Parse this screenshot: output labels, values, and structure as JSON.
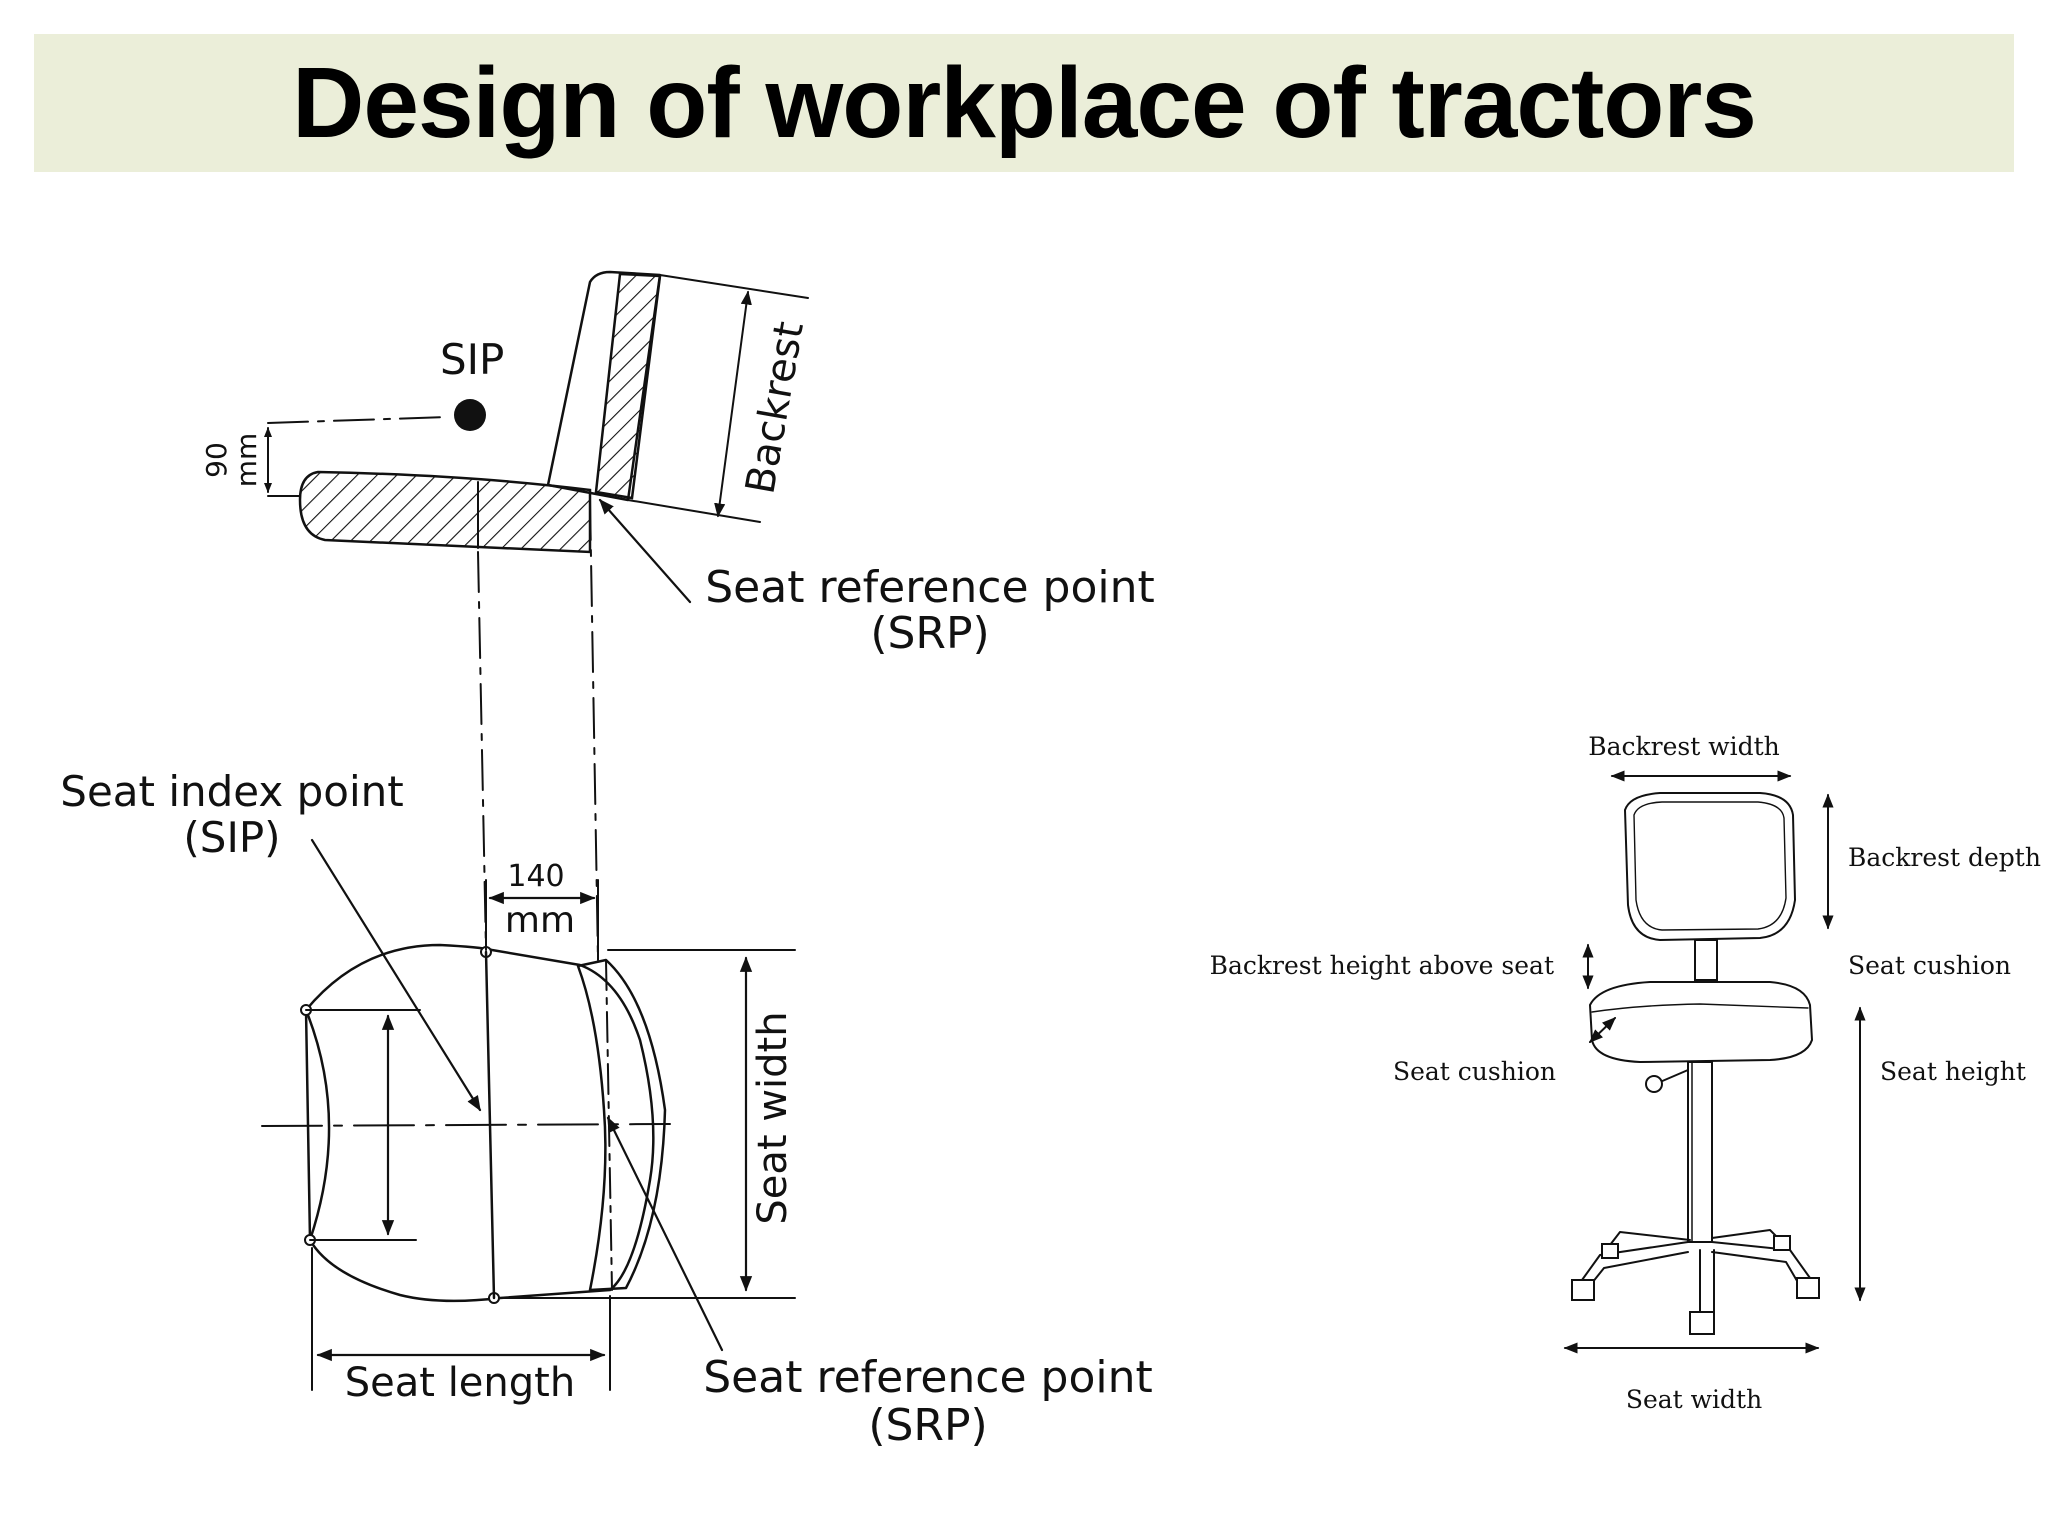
{
  "title": "Design of workplace of tractors",
  "left_figure": {
    "sip_short": "SIP",
    "dim_90": "90",
    "dim_mm_side": "mm",
    "backrest": "Backrest",
    "srp_top_line1": "Seat reference point",
    "srp_top_line2": "(SRP)",
    "sip_line1": "Seat index point",
    "sip_line2": "(SIP)",
    "dim_140": "140",
    "dim_140_mm": "mm",
    "seat_width": "Seat width",
    "seat_length": "Seat length",
    "srp_bottom_line1": "Seat reference point",
    "srp_bottom_line2": "(SRP)"
  },
  "right_figure": {
    "backrest_width": "Backrest width",
    "backrest_depth": "Backrest depth",
    "backrest_height_above_seat": "Backrest height above seat",
    "seat_cushion_right": "Seat cushion",
    "seat_cushion_left": "Seat cushion",
    "seat_height": "Seat height",
    "seat_width": "Seat width"
  },
  "colors": {
    "title_band": "#ebeed9",
    "ink": "#111111"
  }
}
